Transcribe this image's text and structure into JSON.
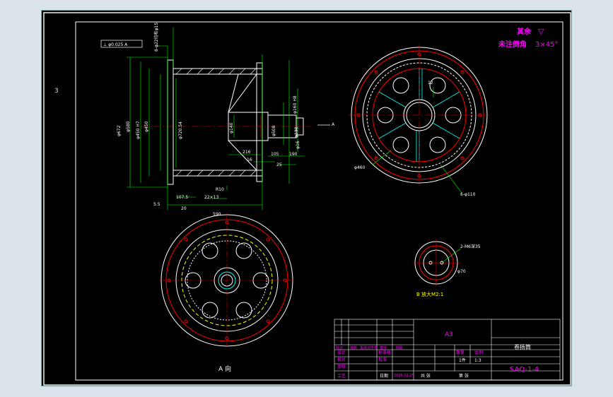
{
  "title_block": {
    "format": "A3",
    "part_name": "卷扬筒",
    "drawing_number": "SAQ-1-4",
    "quantity": "1件",
    "scale": "1:3",
    "labels": {
      "quantity": "数量",
      "scale": "比例",
      "sheets": "共 张",
      "sheet_no": "第 张",
      "date": "日期",
      "date_value": "2005.02.25"
    },
    "rows": [
      "设计",
      "校对",
      "审核",
      "工艺"
    ],
    "extra_top": [
      "标记",
      "处数",
      "更改文件号",
      "签字",
      "日期"
    ],
    "center_marks": [
      "标准化",
      "批准"
    ]
  },
  "notes": {
    "roughness": "其余",
    "chamfer": "未注倒角",
    "chamfer_value": "3×45°"
  },
  "view_labels": {
    "view_a": "A 向",
    "detail_b": "B 放大M2:1",
    "left_margin": "3"
  },
  "dimensions": {
    "gdt": "⊥ φ0.025 A",
    "hole_pattern": "8-φ22均布φ15",
    "dia_672": "φ672",
    "dia_580": "φ580",
    "dia_450": "φ450",
    "dia_450h": "φ450 H7",
    "dia_508": "φ508",
    "dia_720": "φ720.54",
    "dia_140": "φ140",
    "dia_16": "φ16",
    "dia_160": "φ160 H8",
    "dia_130": "φ130",
    "len_216": "216",
    "len_16": "16",
    "len_105": "105",
    "len_190": "190",
    "len_25": "25",
    "len_107": "107.5",
    "len_22": "22×13",
    "len_5": "5.5",
    "len_20": "20",
    "len_590": "590",
    "r10": "R10",
    "dia_460": "φ460",
    "holes_6": "6-φ110",
    "thread": "2-M6深35",
    "dia_70": "φ70",
    "len_12": "12",
    "arrow_a": "A"
  }
}
